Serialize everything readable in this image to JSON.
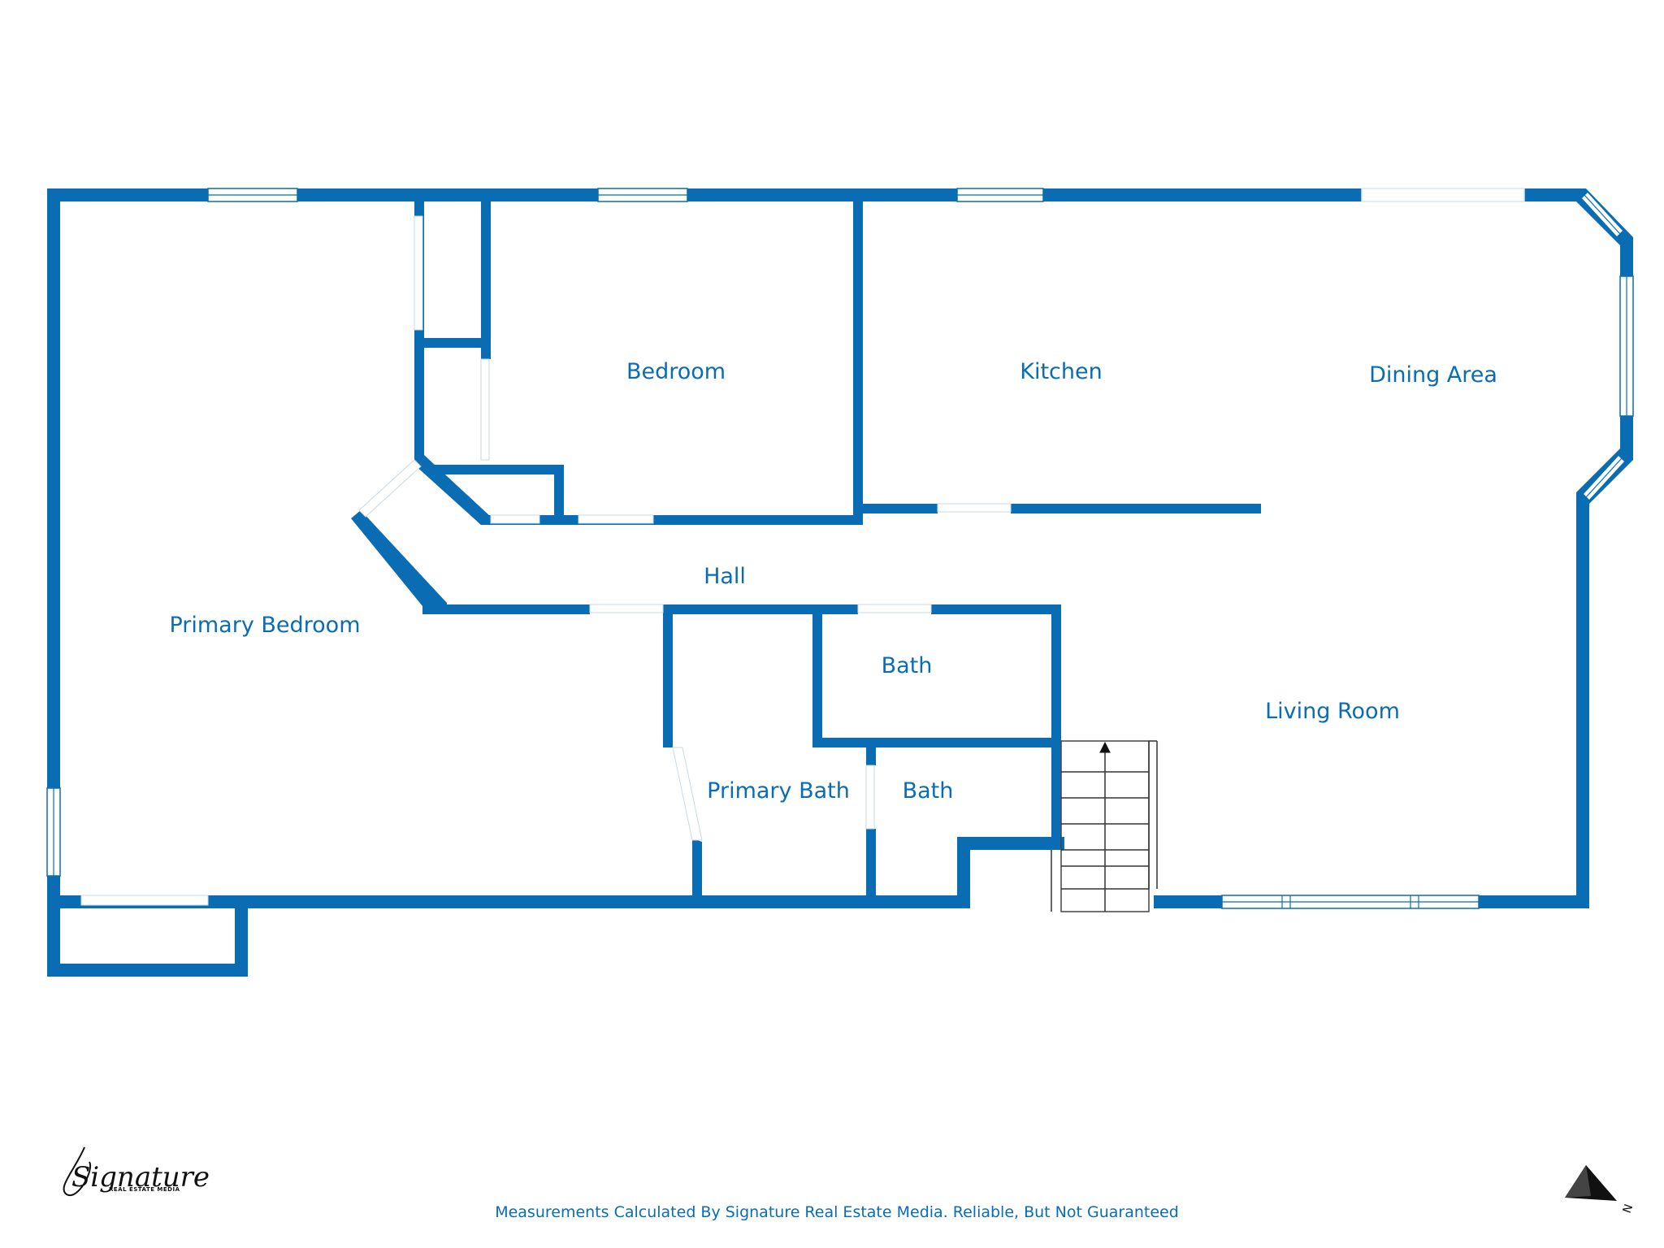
{
  "rooms": {
    "primary_bedroom": "Primary Bedroom",
    "bedroom": "Bedroom",
    "kitchen": "Kitchen",
    "dining_area": "Dining Area",
    "hall": "Hall",
    "bath_upper": "Bath",
    "bath_lower": "Bath",
    "primary_bath": "Primary Bath",
    "living_room": "Living Room"
  },
  "footer": {
    "disclaimer": "Measurements Calculated By Signature Real Estate Media. Reliable, But Not Guaranteed"
  },
  "logo": {
    "script": "Signature",
    "subtitle": "REAL ESTATE MEDIA"
  },
  "compass": {
    "label": "N",
    "icon": "north-arrow-icon"
  },
  "colors": {
    "wall": "#0a6db3",
    "background": "#ffffff"
  }
}
